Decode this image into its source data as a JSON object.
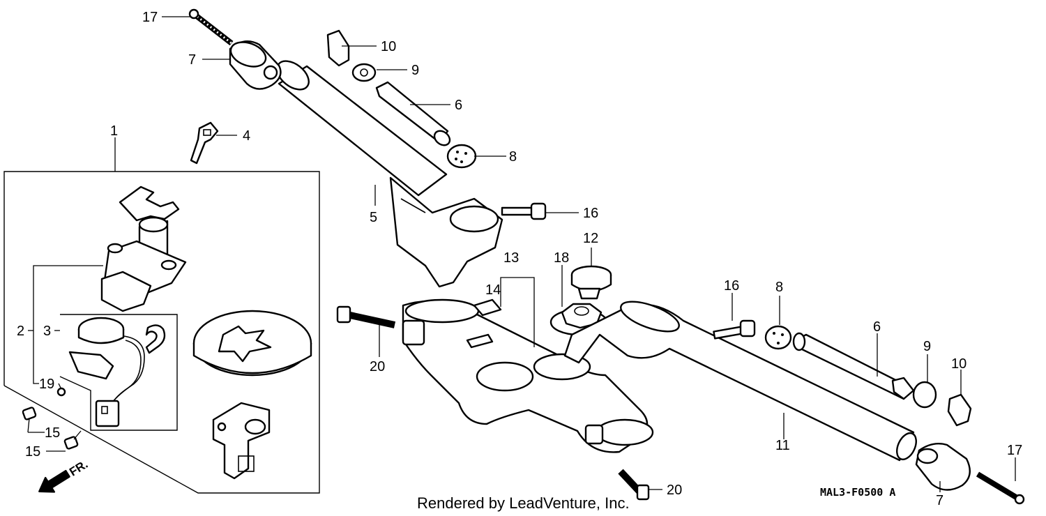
{
  "callouts": {
    "c1": "1",
    "c2": "2",
    "c3": "3",
    "c4": "4",
    "c5": "5",
    "c6a": "6",
    "c6b": "6",
    "c7a": "7",
    "c7b": "7",
    "c8a": "8",
    "c8b": "8",
    "c9a": "9",
    "c9b": "9",
    "c10a": "10",
    "c10b": "10",
    "c11": "11",
    "c12": "12",
    "c13": "13",
    "c14": "14",
    "c15a": "15",
    "c15b": "15",
    "c16a": "16",
    "c16b": "16",
    "c17a": "17",
    "c17b": "17",
    "c18": "18",
    "c19": "19",
    "c20a": "20",
    "c20b": "20"
  },
  "front_marker": "FR.",
  "diagram_code": "MAL3-F0500 A",
  "credit": "Rendered by LeadVenture, Inc.",
  "colors": {
    "ink": "#000000",
    "paper": "#ffffff"
  }
}
